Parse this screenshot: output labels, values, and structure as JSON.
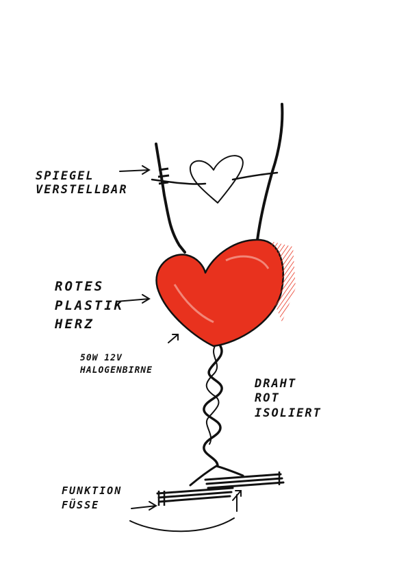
{
  "sketch": {
    "colors": {
      "ink": "#111111",
      "heart_red": "#e8321e",
      "paper": "#ffffff"
    },
    "annotations": {
      "mirror": [
        "SPIEGEL",
        "VERSTELLBAR"
      ],
      "heart": [
        "ROTES",
        "PLASTIK",
        "HERZ"
      ],
      "bulb": [
        "50W 12V",
        "HALOGENBIRNE"
      ],
      "wire": [
        "DRAHT",
        "ROT",
        "ISOLIERT"
      ],
      "feet": [
        "FUNKTION",
        "FÜSSE"
      ]
    },
    "icons": [
      "heart-outline-icon",
      "red-heart-icon",
      "arrow-icon"
    ]
  }
}
